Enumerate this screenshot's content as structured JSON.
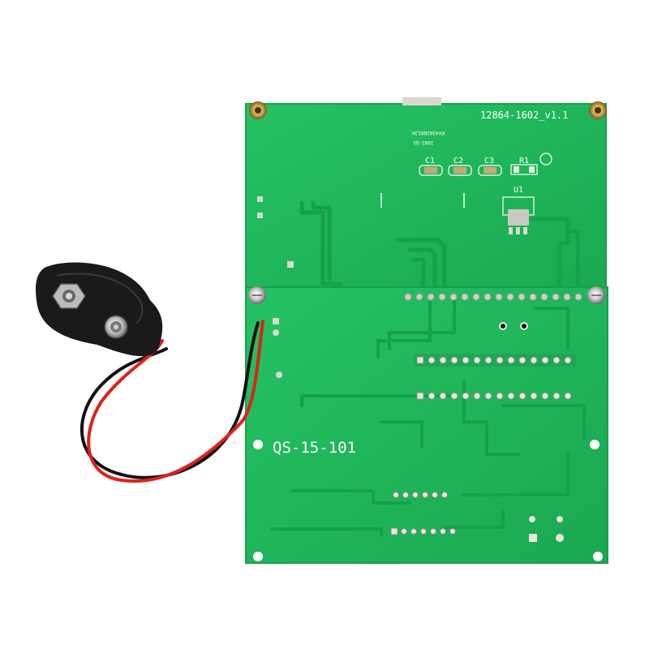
{
  "board": {
    "top_label": "12864-1602_v1.1",
    "small_label_1": "KY4302B8SJH",
    "small_label_2": "1982-QS",
    "cap_1": "C1",
    "cap_2": "C2",
    "cap_3": "C3",
    "resistor": "R1",
    "regulator": "U1",
    "model_label": "QS-15-101"
  },
  "colors": {
    "pcb": "#1fb85a",
    "trace": "#15a04a",
    "pad": "#d8d8d0",
    "battery_clip": "#1a1a1a",
    "wire_red": "#e0201a",
    "wire_black": "#111111"
  }
}
